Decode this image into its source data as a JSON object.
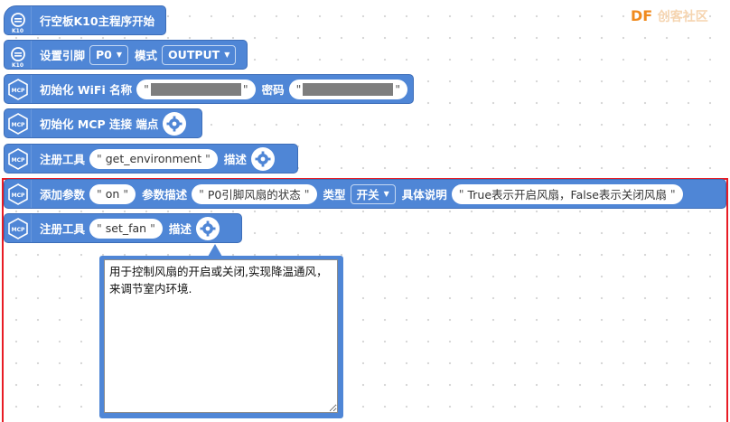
{
  "watermark": {
    "brand": "DF",
    "tail": "创客社区"
  },
  "blocks": {
    "board_start": {
      "badge": "K10",
      "label": "行空板K10主程序开始"
    },
    "pin_mode": {
      "badge": "K10",
      "label": "设置引脚",
      "pin": "P0",
      "mode_label": "模式",
      "mode": "OUTPUT"
    },
    "wifi_init": {
      "label": "初始化 WiFi 名称",
      "password_label": "密码",
      "q": "\""
    },
    "mcp_init": {
      "label": "初始化 MCP 连接 端点"
    },
    "reg_env": {
      "label": "注册工具",
      "tool": "get_environment",
      "desc_label": "描述"
    },
    "add_param": {
      "label": "添加参数",
      "param": "on",
      "desc_label": "参数描述",
      "desc": "P0引脚风扇的状态",
      "type_label": "类型",
      "type": "开关",
      "detail_label": "具体说明",
      "detail": "True表示开启风扇，False表示关闭风扇"
    },
    "reg_fan": {
      "label": "注册工具",
      "tool": "set_fan",
      "desc_label": "描述"
    }
  },
  "comment": {
    "text": "用于控制风扇的开启或关闭,实现降温通风，来调节室内环境."
  },
  "colors": {
    "block": "#4f86d6",
    "selection": "#e81c24",
    "brand": "#f08a1e"
  }
}
